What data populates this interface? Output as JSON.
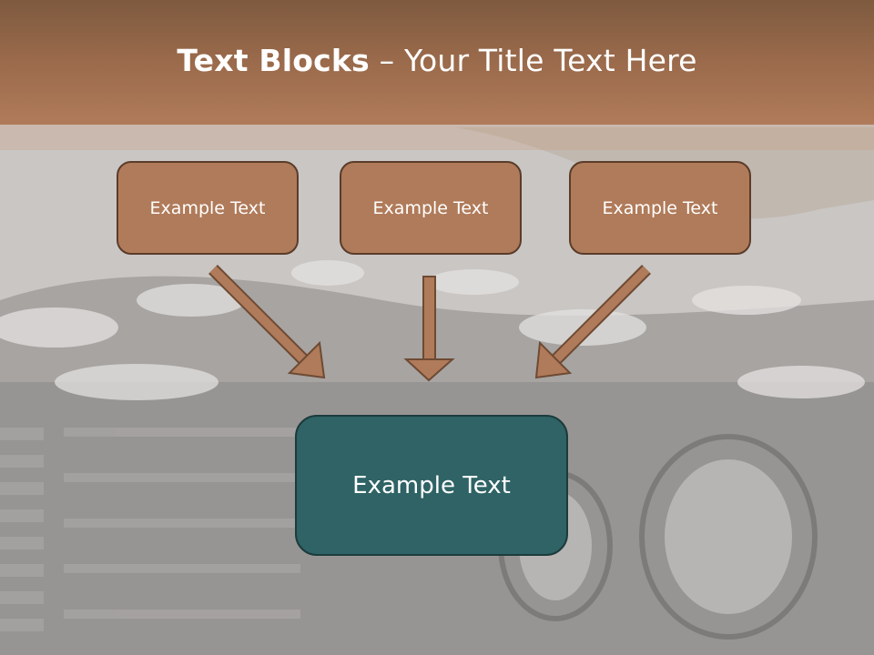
{
  "title": {
    "bold": "Text Blocks",
    "dash": " – ",
    "rest": "Your Title Text Here"
  },
  "boxes": {
    "left": "Example Text",
    "center": "Example Text",
    "right": "Example Text",
    "bottom": "Example Text"
  },
  "colors": {
    "title_bar": "#9a6b4c",
    "box_fill": "#b07b5a",
    "box_border": "#5a3c2a",
    "bottom_fill": "#2f6365",
    "bottom_border": "#1c3b3c",
    "arrow_fill": "#b07b5a",
    "arrow_stroke": "#6e4a33"
  }
}
